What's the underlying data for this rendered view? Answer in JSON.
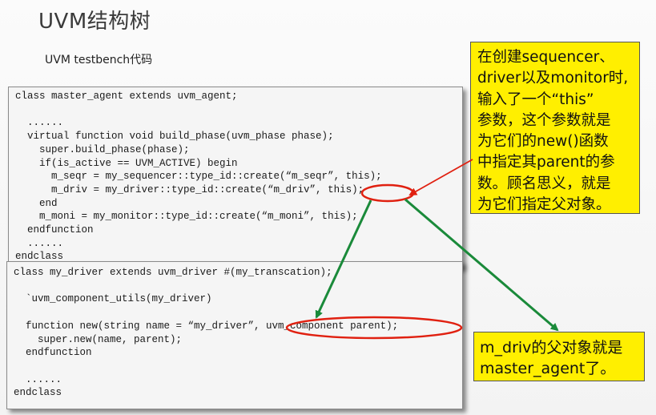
{
  "slide": {
    "title": "UVM结构树",
    "subtitle": "UVM testbench代码"
  },
  "code_block_1": {
    "lines": [
      "class master_agent extends uvm_agent;",
      "",
      "  ......",
      "  virtual function void build_phase(uvm_phase phase);",
      "    super.build_phase(phase);",
      "    if(is_active == UVM_ACTIVE) begin",
      "      m_seqr = my_sequencer::type_id::create(“m_seqr”, this);",
      "      m_driv = my_driver::type_id::create(“m_driv”, this);",
      "    end",
      "    m_moni = my_monitor::type_id::create(“m_moni”, this);",
      "  endfunction",
      "  ......",
      "endclass"
    ]
  },
  "code_block_2": {
    "lines": [
      "class my_driver extends uvm_driver #(my_transcation);",
      "",
      "  `uvm_component_utils(my_driver)",
      "",
      "  function new(string name = “my_driver”, uvm_component parent);",
      "    super.new(name, parent);",
      "  endfunction",
      "",
      "  ......",
      "endclass"
    ]
  },
  "callout_1": {
    "lines": [
      "在创建sequencer、",
      "driver以及monitor时,",
      "输入了一个“this”",
      "参数，这个参数就是",
      "为它们的new()函数",
      "中指定其parent的参",
      "数。顾名思义，就是",
      "为它们指定父对象。"
    ]
  },
  "callout_2": {
    "lines": [
      "m_driv的父对象就是",
      "master_agent了。"
    ]
  },
  "colors": {
    "callout_fill": "#ffef00",
    "highlight_ellipse": "#e02010",
    "arrow_green": "#1a8a3a",
    "arrow_red": "#e02010"
  }
}
